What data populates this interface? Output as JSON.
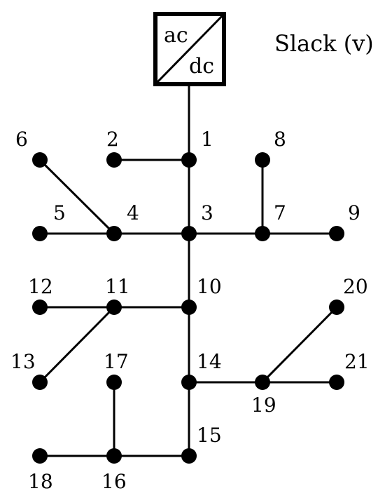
{
  "converter": {
    "top": "ac",
    "bottom": "dc"
  },
  "slack_label": "Slack (v)",
  "nodes": [
    {
      "id": "1",
      "label": "1"
    },
    {
      "id": "2",
      "label": "2"
    },
    {
      "id": "3",
      "label": "3"
    },
    {
      "id": "4",
      "label": "4"
    },
    {
      "id": "5",
      "label": "5"
    },
    {
      "id": "6",
      "label": "6"
    },
    {
      "id": "7",
      "label": "7"
    },
    {
      "id": "8",
      "label": "8"
    },
    {
      "id": "9",
      "label": "9"
    },
    {
      "id": "10",
      "label": "10"
    },
    {
      "id": "11",
      "label": "11"
    },
    {
      "id": "12",
      "label": "12"
    },
    {
      "id": "13",
      "label": "13"
    },
    {
      "id": "14",
      "label": "14"
    },
    {
      "id": "15",
      "label": "15"
    },
    {
      "id": "16",
      "label": "16"
    },
    {
      "id": "17",
      "label": "17"
    },
    {
      "id": "18",
      "label": "18"
    },
    {
      "id": "19",
      "label": "19"
    },
    {
      "id": "20",
      "label": "20"
    },
    {
      "id": "21",
      "label": "21"
    }
  ],
  "edges": [
    [
      "1",
      "2"
    ],
    [
      "1",
      "3"
    ],
    [
      "3",
      "4"
    ],
    [
      "4",
      "5"
    ],
    [
      "4",
      "6"
    ],
    [
      "3",
      "7"
    ],
    [
      "7",
      "8"
    ],
    [
      "7",
      "9"
    ],
    [
      "3",
      "10"
    ],
    [
      "10",
      "11"
    ],
    [
      "11",
      "12"
    ],
    [
      "11",
      "13"
    ],
    [
      "10",
      "14"
    ],
    [
      "14",
      "15"
    ],
    [
      "15",
      "16"
    ],
    [
      "16",
      "17"
    ],
    [
      "16",
      "18"
    ],
    [
      "14",
      "19"
    ],
    [
      "19",
      "20"
    ],
    [
      "19",
      "21"
    ]
  ]
}
